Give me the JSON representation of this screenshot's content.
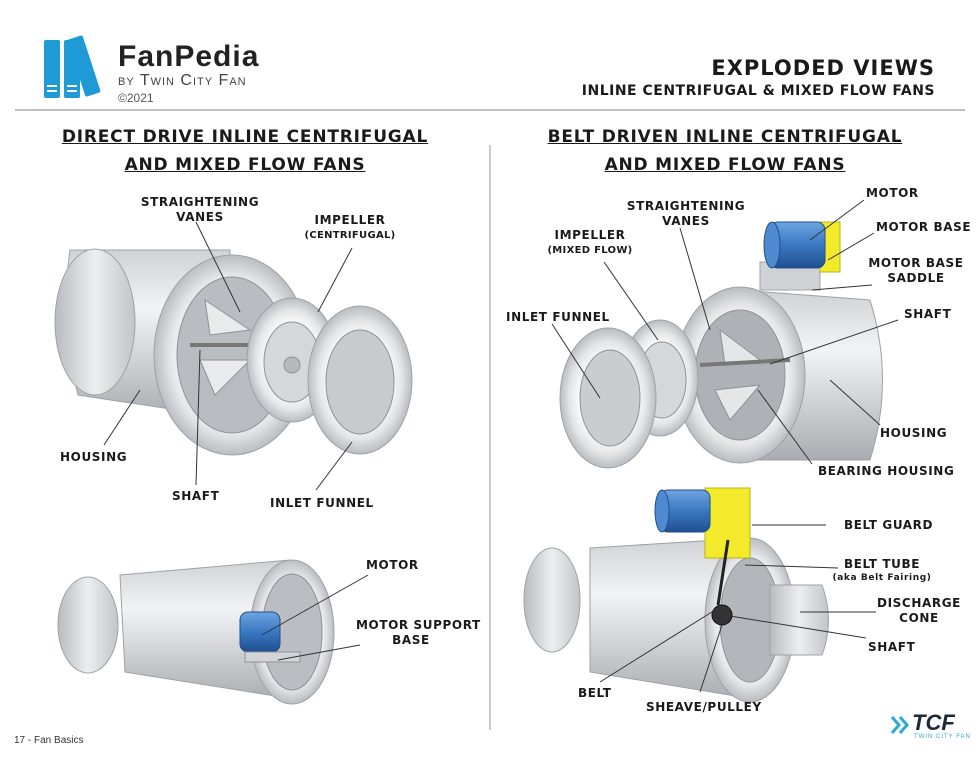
{
  "logo": {
    "title": "FanPedia",
    "subtitle": "by Twin City Fan",
    "copyright": "©2021",
    "brand_color": "#1e9ad6"
  },
  "header": {
    "title": "EXPLODED VIEWS",
    "subtitle": "INLINE CENTRIFUGAL & MIXED FLOW FANS"
  },
  "left": {
    "title_line1": "DIRECT DRIVE INLINE CENTRIFUGAL",
    "title_line2": "AND MIXED FLOW  FANS",
    "labels": {
      "straightening_vanes_1": "STRAIGHTENING",
      "straightening_vanes_2": "VANES",
      "impeller": "IMPELLER",
      "impeller_note": "(CENTRIFUGAL)",
      "housing": "HOUSING",
      "shaft": "SHAFT",
      "inlet_funnel": "INLET FUNNEL",
      "motor": "MOTOR",
      "motor_support_1": "MOTOR SUPPORT",
      "motor_support_2": "BASE"
    }
  },
  "right": {
    "title_line1": "BELT DRIVEN INLINE CENTRIFUGAL",
    "title_line2": "AND MIXED FLOW  FANS",
    "labels": {
      "motor": "MOTOR",
      "motor_base": "MOTOR BASE",
      "motor_base_saddle_1": "MOTOR BASE",
      "motor_base_saddle_2": "SADDLE",
      "straightening_vanes_1": "STRAIGHTENING",
      "straightening_vanes_2": "VANES",
      "impeller": "IMPELLER",
      "impeller_note": "(MIXED FLOW)",
      "inlet_funnel": "INLET FUNNEL",
      "shaft": "SHAFT",
      "housing": "HOUSING",
      "bearing_housing": "BEARING HOUSING",
      "belt_guard": "BELT GUARD",
      "belt_tube": "BELT TUBE",
      "belt_tube_note": "(aka Belt Fairing)",
      "discharge_cone_1": "DISCHARGE",
      "discharge_cone_2": "CONE",
      "shaft_2": "SHAFT",
      "belt": "BELT",
      "sheave": "SHEAVE/PULLEY"
    }
  },
  "footer": {
    "page": "17 - Fan Basics",
    "brand": "TCF",
    "brand_sub": "TWIN CITY FAN"
  },
  "colors": {
    "motor_blue": "#3a78c2",
    "guard_yellow": "#f2ea2a",
    "metal": "#d9dcdf"
  }
}
